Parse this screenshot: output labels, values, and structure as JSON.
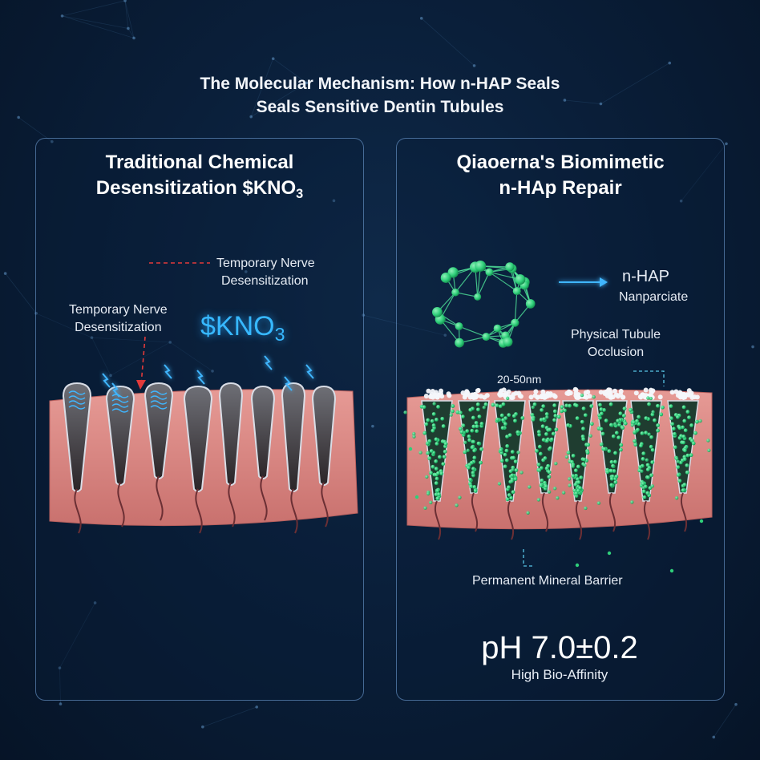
{
  "title": {
    "line1": "The Molecular Mechanism: How n-HAP Seals",
    "line2": "Seals Sensitive Dentin Tubules"
  },
  "left_panel": {
    "title_line1": "Traditional Chemical",
    "title_line2_main": "Desensitization $KNO",
    "title_line2_sub": "3",
    "label_top_line1": "Temporary Nerve",
    "label_top_line2": "Desensitization",
    "label_mid_line1": "Temporary Nerve",
    "label_mid_line2": "Desensitization",
    "chem_main": "$KNO",
    "chem_sub": "3"
  },
  "right_panel": {
    "title_line1": "Qiaoerna's Biomimetic",
    "title_line2": "n-HAp Repair",
    "particle_label": "n-HAP",
    "particle_sublabel": "Nanparciate",
    "occlusion_line1": "Physical Tubule",
    "occlusion_line2": "Occlusion",
    "size_label": "20-50nm",
    "barrier_label": "Permanent Mineral Barrier",
    "ph_value": "pH 7.0±0.2",
    "affinity_label": "High Bio-Affinity"
  },
  "colors": {
    "background": "#0a1f3a",
    "dentin": "#d98a86",
    "nerve_blue": "#37b8ff",
    "arrow_red": "#e23a3a",
    "particle_green": "#2fcf7a",
    "panel_border": "#78aae1"
  }
}
